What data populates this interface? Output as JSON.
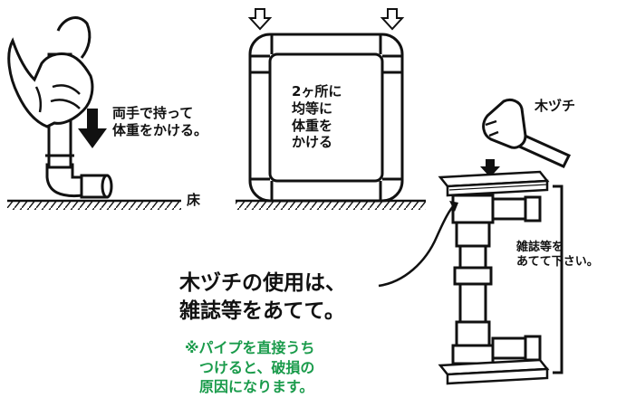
{
  "labels": {
    "hands": "両手で持って\n体重をかける。",
    "floor": "床",
    "two_points": "2ヶ所に\n均等に\n体重を\nかける",
    "mallet": "木ヅチ",
    "magazine": "雑誌等を\nあてて下さい。",
    "main_note": "木ヅチの使用は、\n雑誌等をあてて。",
    "warning": "※パイプを直接うち\n　つけると、破損の\n　原因になります。"
  },
  "colors": {
    "line": "#111111",
    "pipe": "#ffffff",
    "warning": "#1a9b4b"
  },
  "icons": [
    "down-arrow-icon",
    "hand-icon",
    "wooden-mallet-icon",
    "curved-pointer-arrow-icon"
  ]
}
